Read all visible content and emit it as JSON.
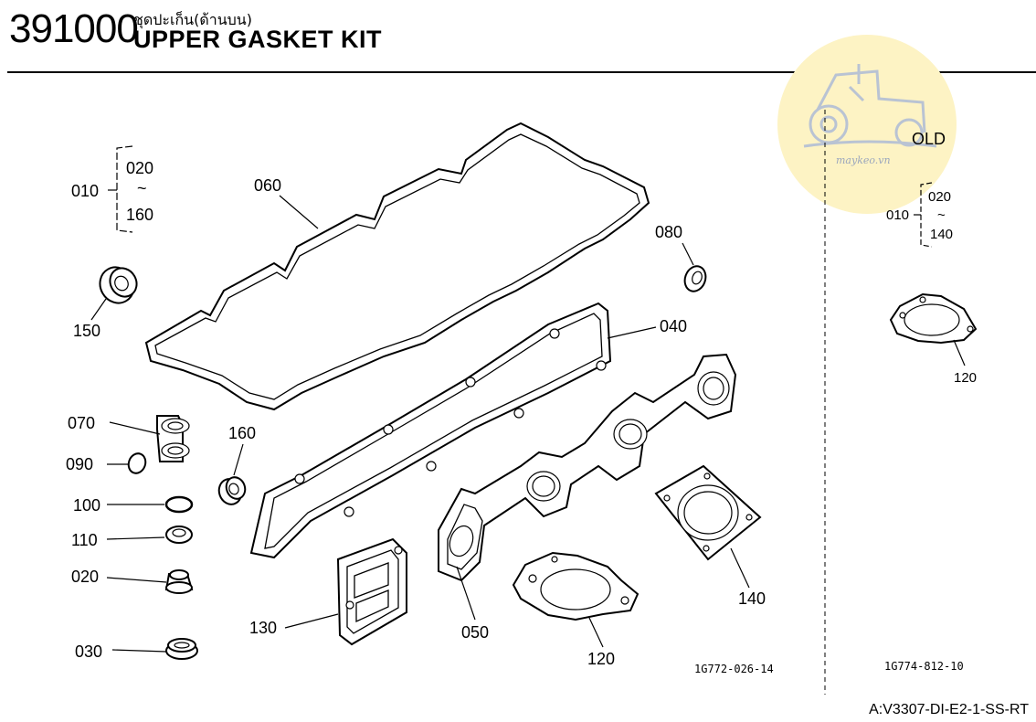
{
  "header": {
    "page_number": "391000",
    "title_thai": "ชุดปะเก็น(ด้านบน)",
    "title_en": "UPPER GASKET KIT"
  },
  "watermark": {
    "text": "maykeo.vn"
  },
  "main_panel": {
    "set_label": "010",
    "range_start": "020",
    "range_tilde": "~",
    "range_end": "160",
    "parts": {
      "p060": "060",
      "p080": "080",
      "p040": "040",
      "p150": "150",
      "p070": "070",
      "p090": "090",
      "p100": "100",
      "p110": "110",
      "p020": "020",
      "p030": "030",
      "p160": "160",
      "p130": "130",
      "p050": "050",
      "p120": "120",
      "p140": "140"
    },
    "drawing_code": "1G772-026-14"
  },
  "old_panel": {
    "title": "OLD",
    "set_label": "010",
    "range_start": "020",
    "range_tilde": "~",
    "range_end": "140",
    "part_120": "120",
    "drawing_code": "1G774-812-10"
  },
  "footer": {
    "ref_code": "A:V3307-DI-E2-1-SS-RT"
  },
  "colors": {
    "watermark_fill": "#fdf3c4",
    "watermark_stroke": "#b9c3d3"
  }
}
